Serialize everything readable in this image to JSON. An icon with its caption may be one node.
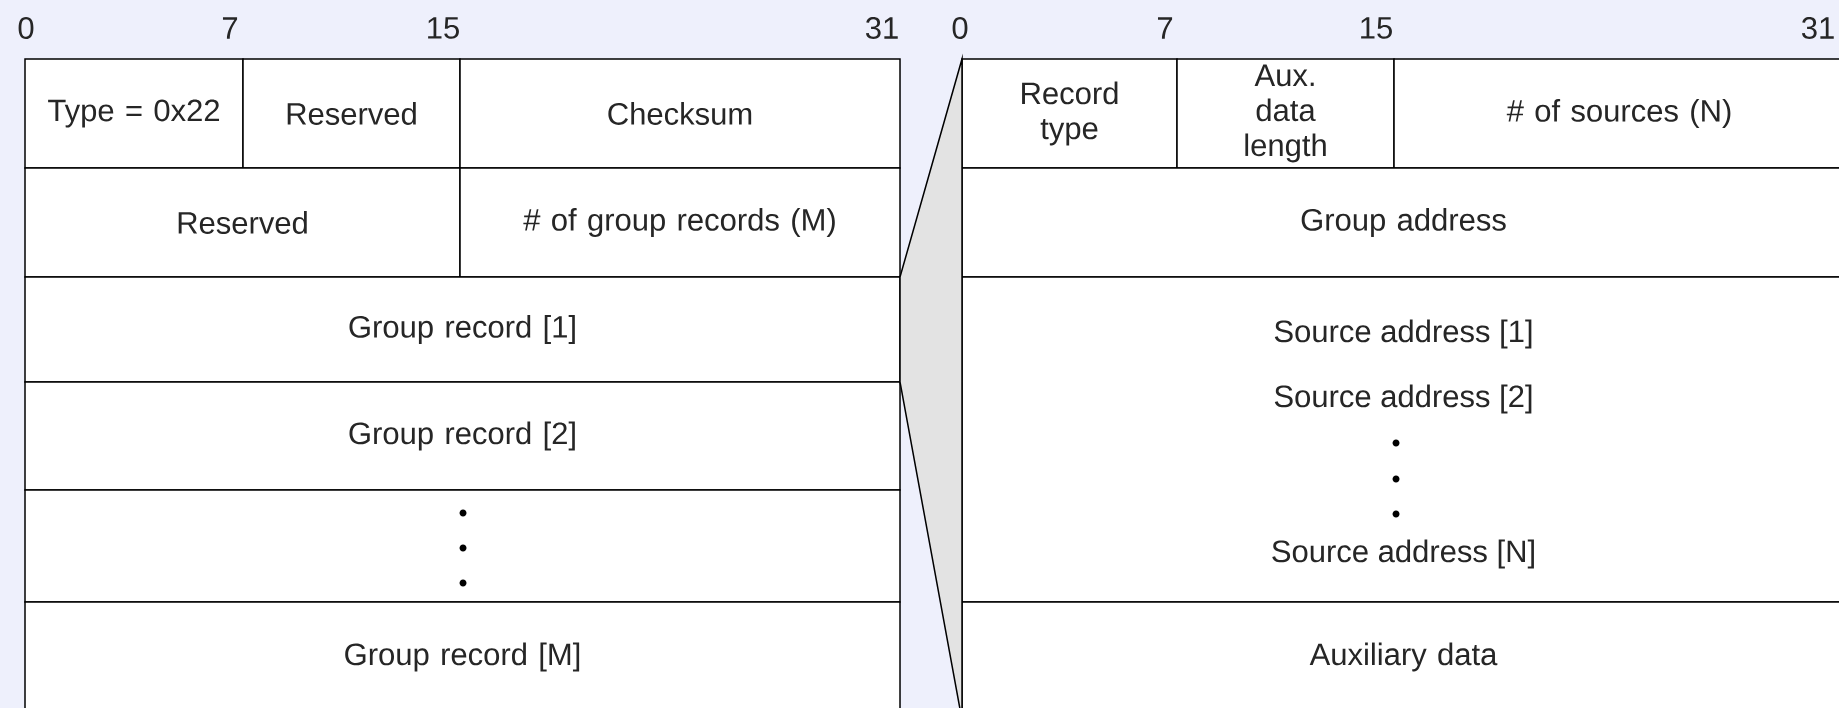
{
  "diagram": {
    "nodes": [
      {
        "text": [
          "Type = 0x22"
        ]
      },
      {
        "text": [
          "Reserved"
        ]
      },
      {
        "text": [
          "Checksum"
        ]
      },
      {
        "text": [
          "Reserved"
        ]
      },
      {
        "text": [
          "# of group records (M)"
        ]
      },
      {
        "text": [
          "Group record [1]"
        ]
      },
      {
        "text": [
          "Group record [2]"
        ]
      },
      {
        "text": [],
        "shape": "box"
      },
      {
        "text": [
          "Group record [M]"
        ]
      },
      {
        "text": [
          "Record type"
        ]
      },
      {
        "text": [
          "Aux. data length"
        ]
      },
      {
        "text": [
          "# of sources (N)"
        ]
      },
      {
        "text": [
          "Group address"
        ]
      },
      {
        "text": [
          "Source address [1]",
          "Source address [2]",
          "Source address [N]"
        ]
      },
      {
        "text": [
          "Auxiliary data"
        ]
      },
      {
        "text": [],
        "shape": "trapezoid"
      }
    ],
    "labels": [
      "0",
      "7",
      "15",
      "31",
      "0",
      "7",
      "15",
      "31"
    ]
  }
}
